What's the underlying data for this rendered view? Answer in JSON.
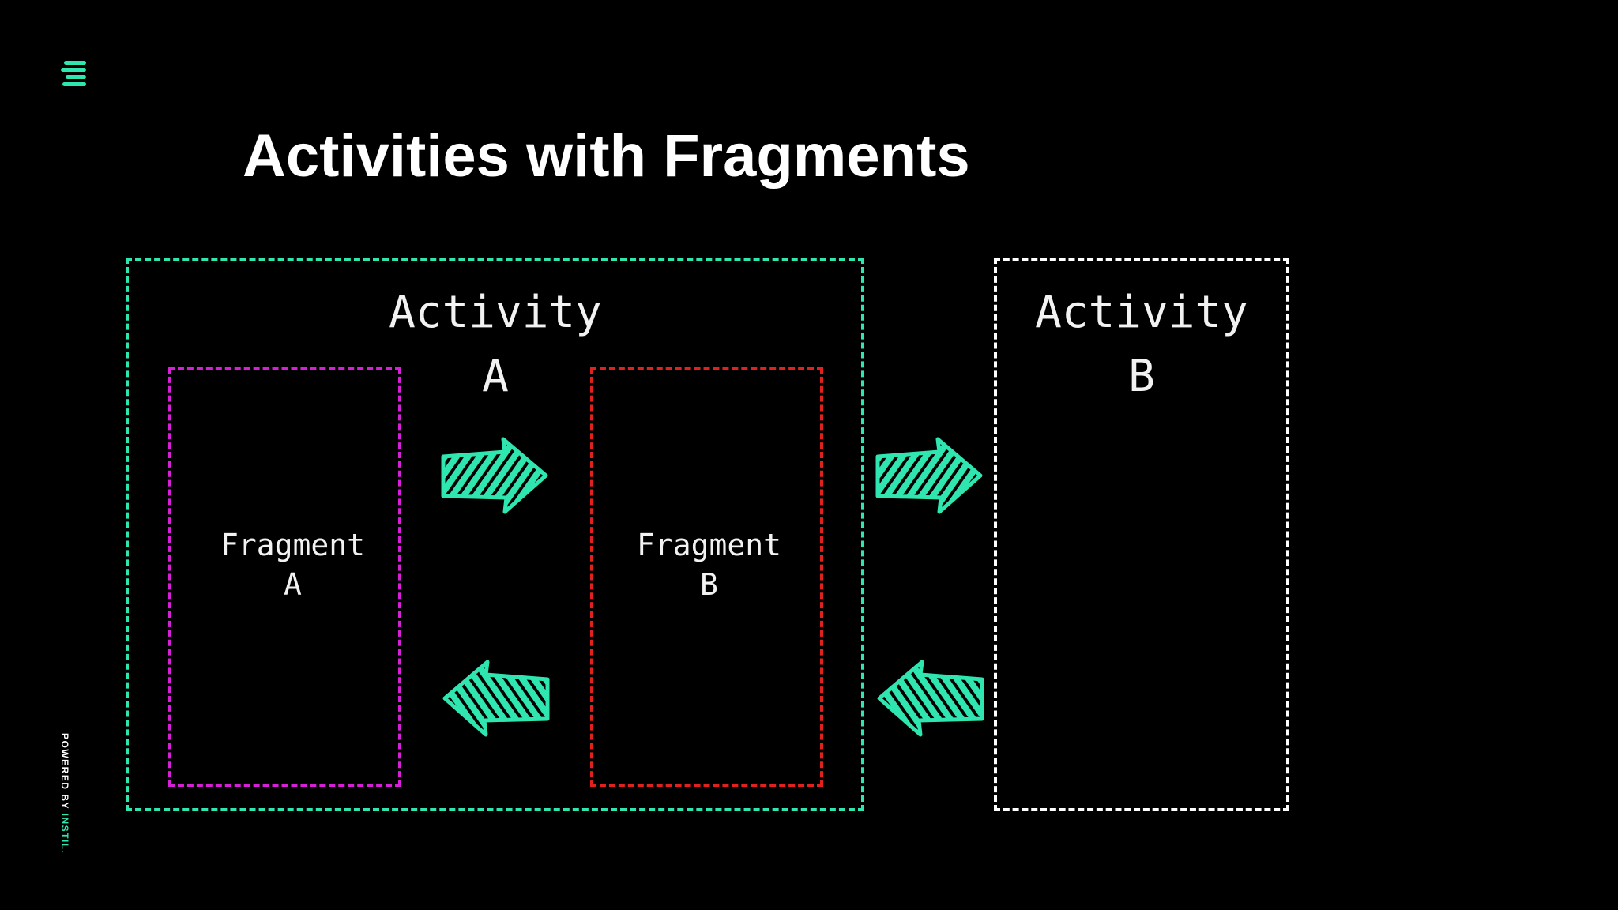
{
  "slide": {
    "title": "Activities with Fragments",
    "logo_icon": "instil-lines-icon",
    "accent_color": "#2fe6b0"
  },
  "diagram": {
    "activity_a": {
      "line1": "Activity",
      "line2": "A",
      "border_color": "#2fe6b0",
      "fragments": [
        {
          "line1": "Fragment",
          "line2": "A",
          "border_color": "#d61fd6"
        },
        {
          "line1": "Fragment",
          "line2": "B",
          "border_color": "#e0211e"
        }
      ]
    },
    "activity_b": {
      "line1": "Activity",
      "line2": "B",
      "border_color": "#ffffff"
    },
    "arrows": [
      {
        "icon": "hatched-arrow-right-icon",
        "from": "Fragment A",
        "to": "Fragment B"
      },
      {
        "icon": "hatched-arrow-right-icon",
        "from": "Activity A",
        "to": "Activity B"
      },
      {
        "icon": "hatched-arrow-left-icon",
        "from": "Fragment B",
        "to": "Fragment A"
      },
      {
        "icon": "hatched-arrow-left-icon",
        "from": "Activity B",
        "to": "Activity A"
      }
    ]
  },
  "footer": {
    "powered_by": "POWERED BY ",
    "brand": "INSTIL."
  }
}
